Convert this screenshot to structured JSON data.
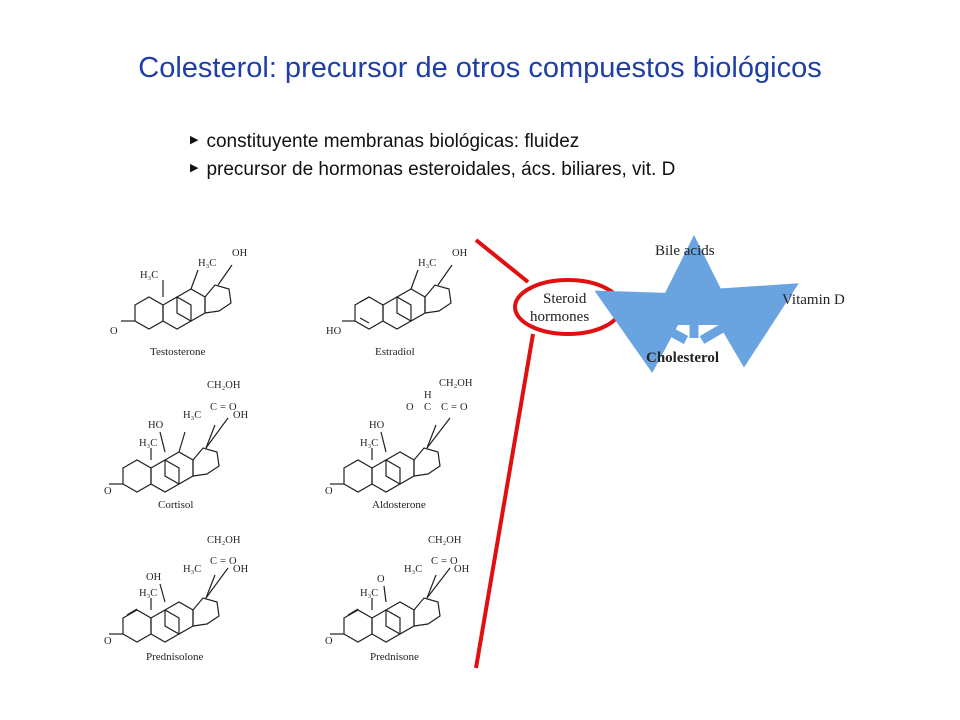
{
  "slide": {
    "title": "Colesterol: precursor de otros compuestos biológicos",
    "bullets": [
      "constituyente membranas biológicas: fluidez",
      "precursor de hormonas esteroidales, ács. biliares, vit. D"
    ]
  },
  "diagram": {
    "center": "Cholesterol",
    "bile": "Bile acids",
    "vitamin": "Vitamin D",
    "steroid_line1": "Steroid",
    "steroid_line2": "hormones"
  },
  "molecules": {
    "testosterone": "Testosterone",
    "estradiol": "Estradiol",
    "cortisol": "Cortisol",
    "aldosterone": "Aldosterone",
    "prednisolone": "Prednisolone",
    "prednisone": "Prednisone"
  },
  "atoms": {
    "oh": "OH",
    "ho": "HO",
    "o": "O",
    "h3c": "H₃C",
    "ch2oh": "CH₂OH",
    "c": "C",
    "h": "H",
    "eq": "="
  },
  "colors": {
    "title": "#1f3fa6",
    "highlight": "#e01010",
    "arrow": "#6aa4e0"
  }
}
